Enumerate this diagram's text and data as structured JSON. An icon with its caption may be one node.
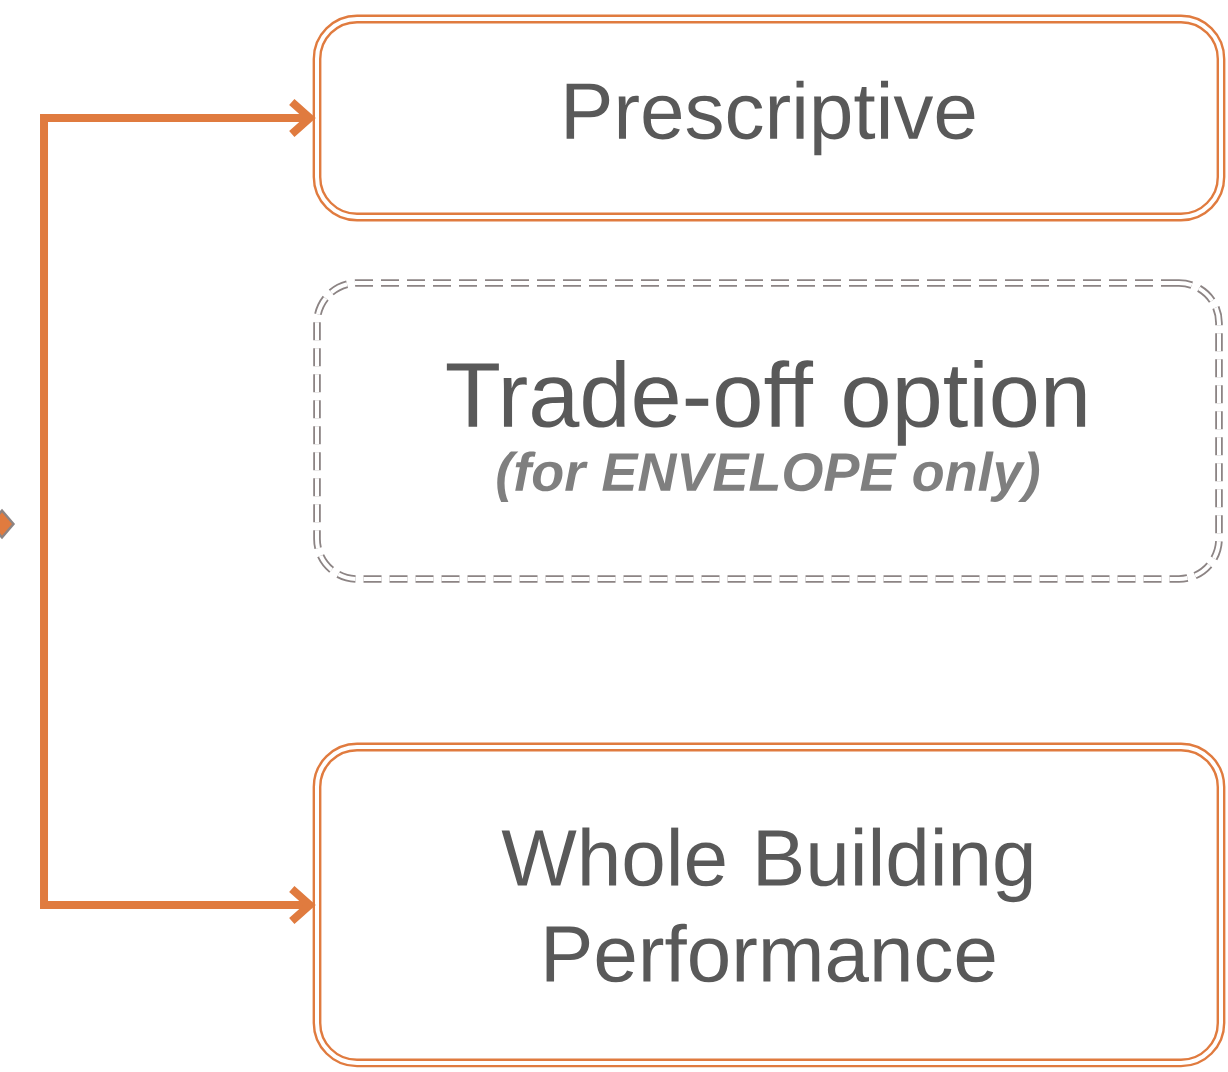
{
  "diagram": {
    "nodes": [
      {
        "text": [],
        "shape": "diamond"
      },
      {
        "text": [
          "Prescriptive"
        ]
      },
      {
        "text": [
          "Trade-off option",
          "(for ENVELOPE only)"
        ]
      },
      {
        "text": [
          "Whole Building Performance"
        ]
      }
    ],
    "edges": [
      {
        "from": null,
        "to": 1,
        "arrow": "to"
      },
      {
        "from": null,
        "to": 3,
        "arrow": "to"
      }
    ]
  }
}
